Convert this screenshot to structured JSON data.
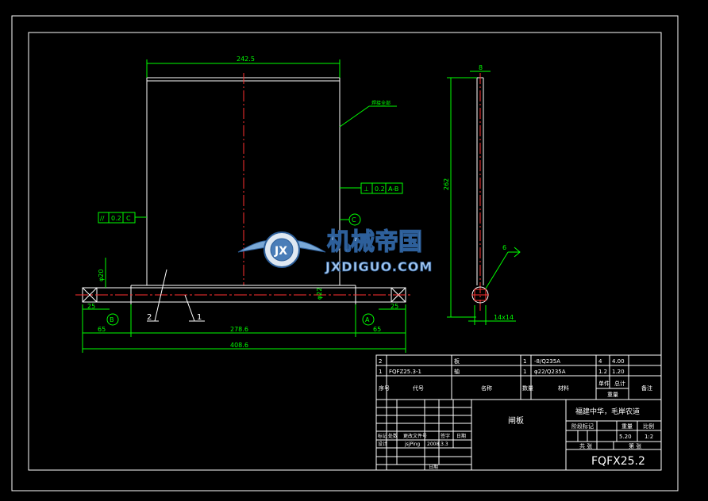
{
  "drawing": {
    "dims": {
      "top_width": "242.5",
      "height_side": "262",
      "side_thickness": "8",
      "total_length": "408.6",
      "shaft_length": "278.6",
      "left_end": "65",
      "right_end": "65",
      "left_stub": "25",
      "right_stub": "25",
      "dia_left": "φ20",
      "dia_mid": "φ22",
      "square": "14x14",
      "weld": "6"
    },
    "tolerances": {
      "parallel": [
        "//",
        "0.2",
        "C"
      ],
      "perp": [
        "⊥",
        "0.2",
        "A-B"
      ]
    },
    "datums": [
      "A",
      "B",
      "C"
    ],
    "part_labels": [
      "1",
      "2"
    ],
    "leader_note": "焊接全部"
  },
  "watermark": {
    "cn": "机械帝国",
    "en": "JXDIGUO.COM"
  },
  "title_block": {
    "parts_list": {
      "rows": [
        [
          "2",
          "板",
          "1",
          "-8/Q235A",
          "4",
          "4.00"
        ],
        [
          "1",
          "FQFZ25.3-1",
          "轴",
          "1",
          "φ22/Q235A",
          "1.2",
          "1.20"
        ]
      ],
      "header": [
        "序号",
        "代号",
        "名称",
        "数量",
        "材料",
        "单件",
        "总计",
        "备注"
      ],
      "weight_label": "重量"
    },
    "part_name": "闸板",
    "company": "福建中华，毛岸农道",
    "scale_header": [
      "阶段标记",
      "重量",
      "比例"
    ],
    "weight_value": "5.20",
    "scale_value": "1:2",
    "sheet_labels": [
      "共 张",
      "第 张"
    ],
    "drawing_no": "FQFX25.2",
    "sign_rows": {
      "design": "设计",
      "design_name": "jsjPing",
      "date_value": "2008.3.3",
      "labels": [
        "标记",
        "处数",
        "更改文件号",
        "签字",
        "日期"
      ],
      "approve": "日期"
    }
  }
}
